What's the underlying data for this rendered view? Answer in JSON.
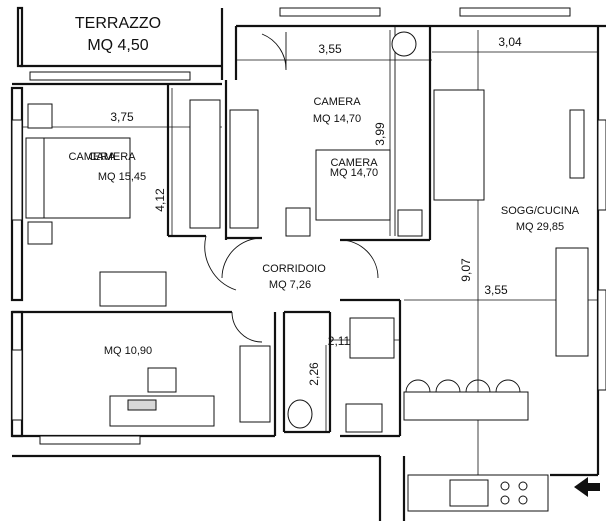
{
  "rooms": {
    "terrace": {
      "name": "TERRAZZO",
      "area": "MQ 4,50"
    },
    "bedroom_left": {
      "name": "CAMERA",
      "area": "MQ 15,45"
    },
    "bedroom_center_a": {
      "name": "CAMERA",
      "area": "MQ 14,70"
    },
    "bedroom_center_b": {
      "name": "CAMERA",
      "area": "MQ 14,70"
    },
    "living_kitchen": {
      "name": "SOGG/CUCINA",
      "area": "MQ 29,85"
    },
    "corridor": {
      "name": "CORRIDOIO",
      "area": "MQ 7,26"
    },
    "study": {
      "name": "",
      "area": "MQ 10,90"
    }
  },
  "dimensions": {
    "top_center": "3,55",
    "top_right": "3,04",
    "left_width": "3,75",
    "left_depth": "4,12",
    "center_depth": "3,99",
    "right_depth": "9,07",
    "right_mid": "3,55",
    "bath_width": "2,11",
    "bath_depth": "2,26"
  }
}
